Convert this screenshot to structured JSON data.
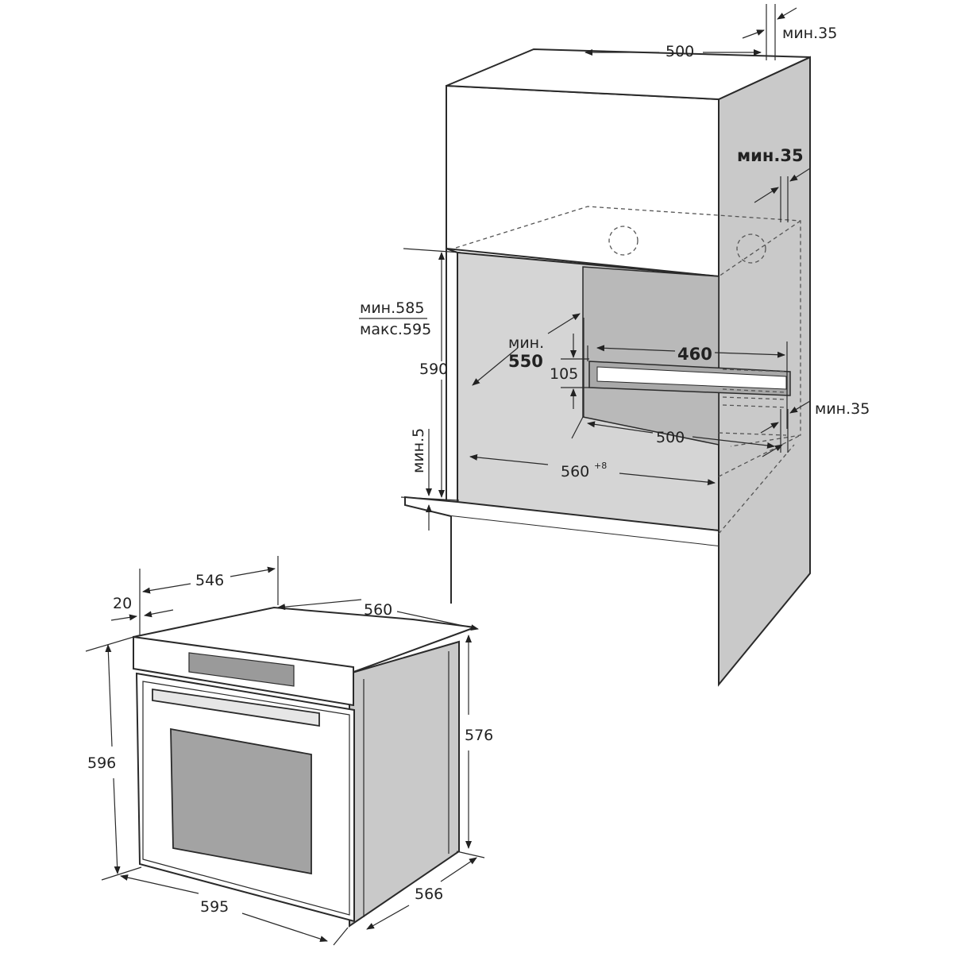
{
  "cabinet": {
    "top_depth": "500",
    "top_gap_back": "мин.35",
    "side_gap": "мин.35",
    "niche_height_min": "мин.585",
    "niche_height_max": "макс.595",
    "niche_height": "590",
    "niche_depth_label_1": "мин.",
    "niche_depth_label_2": "550",
    "rail_width": "460",
    "rail_height": "105",
    "shelf_depth": "500",
    "bottom_gap_side": "мин.35",
    "niche_width": "560",
    "niche_width_tol": "+8",
    "bottom_gap": "мин.5"
  },
  "oven": {
    "depth_total": "546",
    "front_thickness": "20",
    "width_back": "560",
    "height": "596",
    "body_height": "576",
    "width": "595",
    "depth": "566"
  }
}
